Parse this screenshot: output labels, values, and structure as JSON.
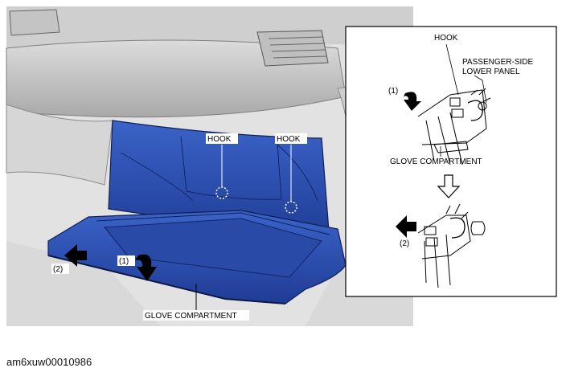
{
  "main_view": {
    "labels": {
      "hook_left": "HOOK",
      "hook_right": "HOOK",
      "step_1": "(1)",
      "step_2": "(2)",
      "glove_compartment": "GLOVE COMPARTMENT"
    }
  },
  "detail_inset": {
    "labels": {
      "hook": "HOOK",
      "passenger_panel_line1": "PASSENGER-SIDE",
      "passenger_panel_line2": "LOWER PANEL",
      "step_1": "(1)",
      "glove_compartment": "GLOVE COMPARTMENT",
      "step_2": "(2)"
    }
  },
  "figure_id": "am6xuw00010986",
  "colors": {
    "compartment_blue": "#2f55b8",
    "compartment_dark": "#1a2f7a",
    "dash_gray": "#c8c8c8",
    "dash_dark": "#8e8e8e",
    "arrow_black": "#000000"
  }
}
